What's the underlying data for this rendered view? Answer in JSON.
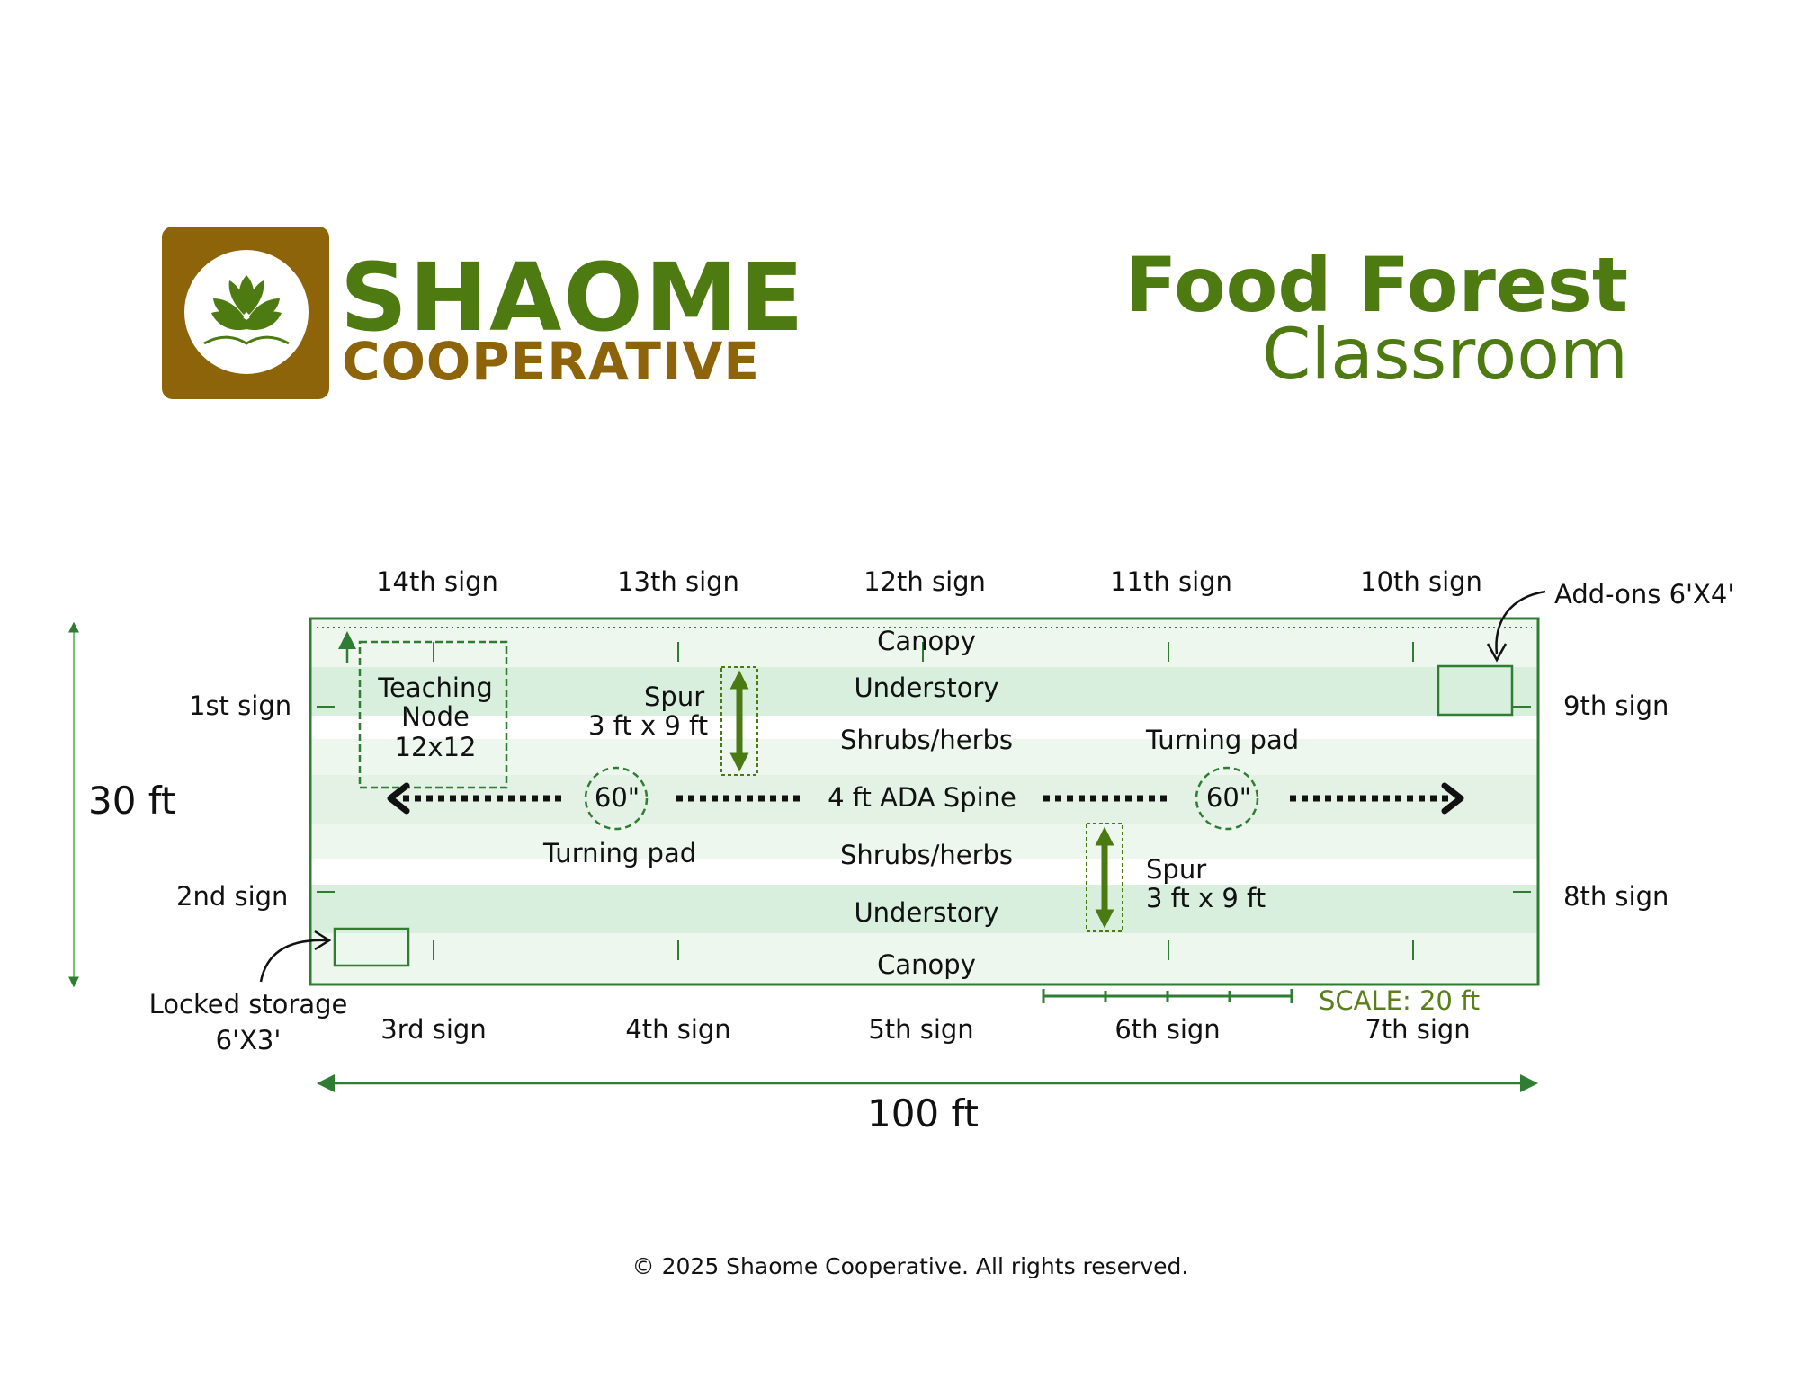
{
  "brand": {
    "name_line1": "SHAOME",
    "name_line2": "COOPERATIVE",
    "logo_icon": "leaf-sprout-icon",
    "colors": {
      "green": "#4e7a12",
      "brown": "#8e640a"
    }
  },
  "title": {
    "line1": "Food Forest",
    "line2": "Classroom"
  },
  "dimensions": {
    "height": "30 ft",
    "width": "100 ft",
    "scale": "SCALE: 20 ft"
  },
  "zones": {
    "canopy_top": "Canopy",
    "understory_top": "Understory",
    "shrubs_top": "Shrubs/herbs",
    "spine": "4 ft ADA Spine",
    "shrubs_bottom": "Shrubs/herbs",
    "understory_bottom": "Understory",
    "canopy_bottom": "Canopy"
  },
  "features": {
    "teaching_node": [
      "Teaching",
      "Node",
      "12x12"
    ],
    "spur_left": [
      "Spur",
      "3 ft x 9 ft"
    ],
    "spur_right": [
      "Spur",
      "3 ft x 9 ft"
    ],
    "turning_pad_left": "Turning pad",
    "turning_pad_right": "Turning pad",
    "turn_circle_left": "60\"",
    "turn_circle_right": "60\"",
    "addons": "Add-ons 6'X4'",
    "storage": [
      "Locked storage",
      "6'X3'"
    ]
  },
  "signs": {
    "top": [
      "14th sign",
      "13th sign",
      "12th sign",
      "11th sign",
      "10th sign"
    ],
    "bottom": [
      "3rd sign",
      "4th sign",
      "5th sign",
      "6th sign",
      "7th sign"
    ],
    "left": [
      "1st sign",
      "2nd sign"
    ],
    "right": [
      "9th sign",
      "8th sign"
    ]
  },
  "footer": "© 2025 Shaome Cooperative. All rights reserved.",
  "colors": {
    "border": "#2e7d32",
    "band_light": "#edf7ee",
    "band_mid": "#d8efdd",
    "arrow_green": "#4a7a12",
    "black": "#111111"
  }
}
